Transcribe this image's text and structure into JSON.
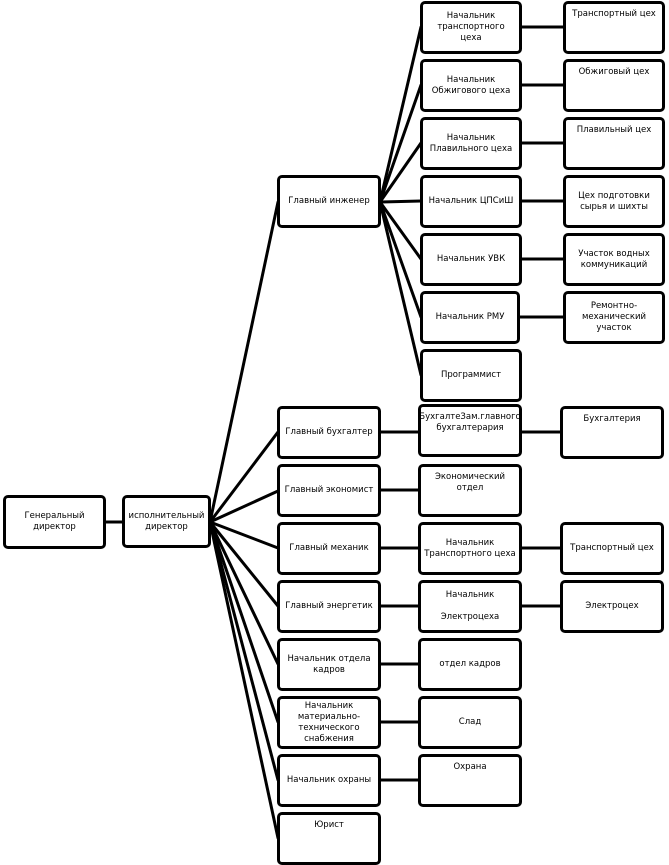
{
  "nodes": {
    "general_director": "Генеральный\nдиректор",
    "executive_director": "исполнительный\nдиректор",
    "chief_engineer": "Главный инженер",
    "head_transport_shop": "Начальник\nтранспортного  цеха",
    "transport_shop": "Транспортный цех",
    "head_kiln_shop": "Начальник\nОбжигового  цеха",
    "kiln_shop": "Обжиговый цех",
    "head_smelting_shop": "Начальник\nПлавильного  цеха",
    "smelting_shop": "Плавильный цех",
    "head_tspsish": "Начальник ЦПСиШ",
    "raw_prep_shop": "Цех подготовки\nсырья и шихты",
    "head_uvk": "Начальник УВК",
    "water_section": "Участок водных\nкоммуникаций",
    "head_rmu": "Начальник РМУ",
    "repair_section": "Ремонтно-\nмеханический\nучасток",
    "programmer": "Программист",
    "chief_accountant": "Главный бухгалтер",
    "deputy_chief_accountant": "БухгалтеЗам.главного\nбухгалтерария",
    "accounting": "Бухгалтерия",
    "chief_economist": "Главный экономист",
    "economic_dept": "Экономический\nотдел",
    "chief_mechanic": "Главный механик",
    "head_transport_shop_2": "Начальник\nТранспортного  цеха",
    "transport_shop_2": "Транспортный цех",
    "chief_power_engineer": "Главный энергетик",
    "head_electro_shop": "Начальник\n\nЭлектроцеха",
    "electro_shop": "Электроцех",
    "head_hr": "Начальник отдела\nкадров",
    "hr_dept": "отдел кадров",
    "head_supply": "Начальник\nматериально-\nтехнического\nснабжения",
    "warehouse": "Слад",
    "head_security": "Начальник охраны",
    "security": "Охрана",
    "lawyer": "Юрист"
  }
}
